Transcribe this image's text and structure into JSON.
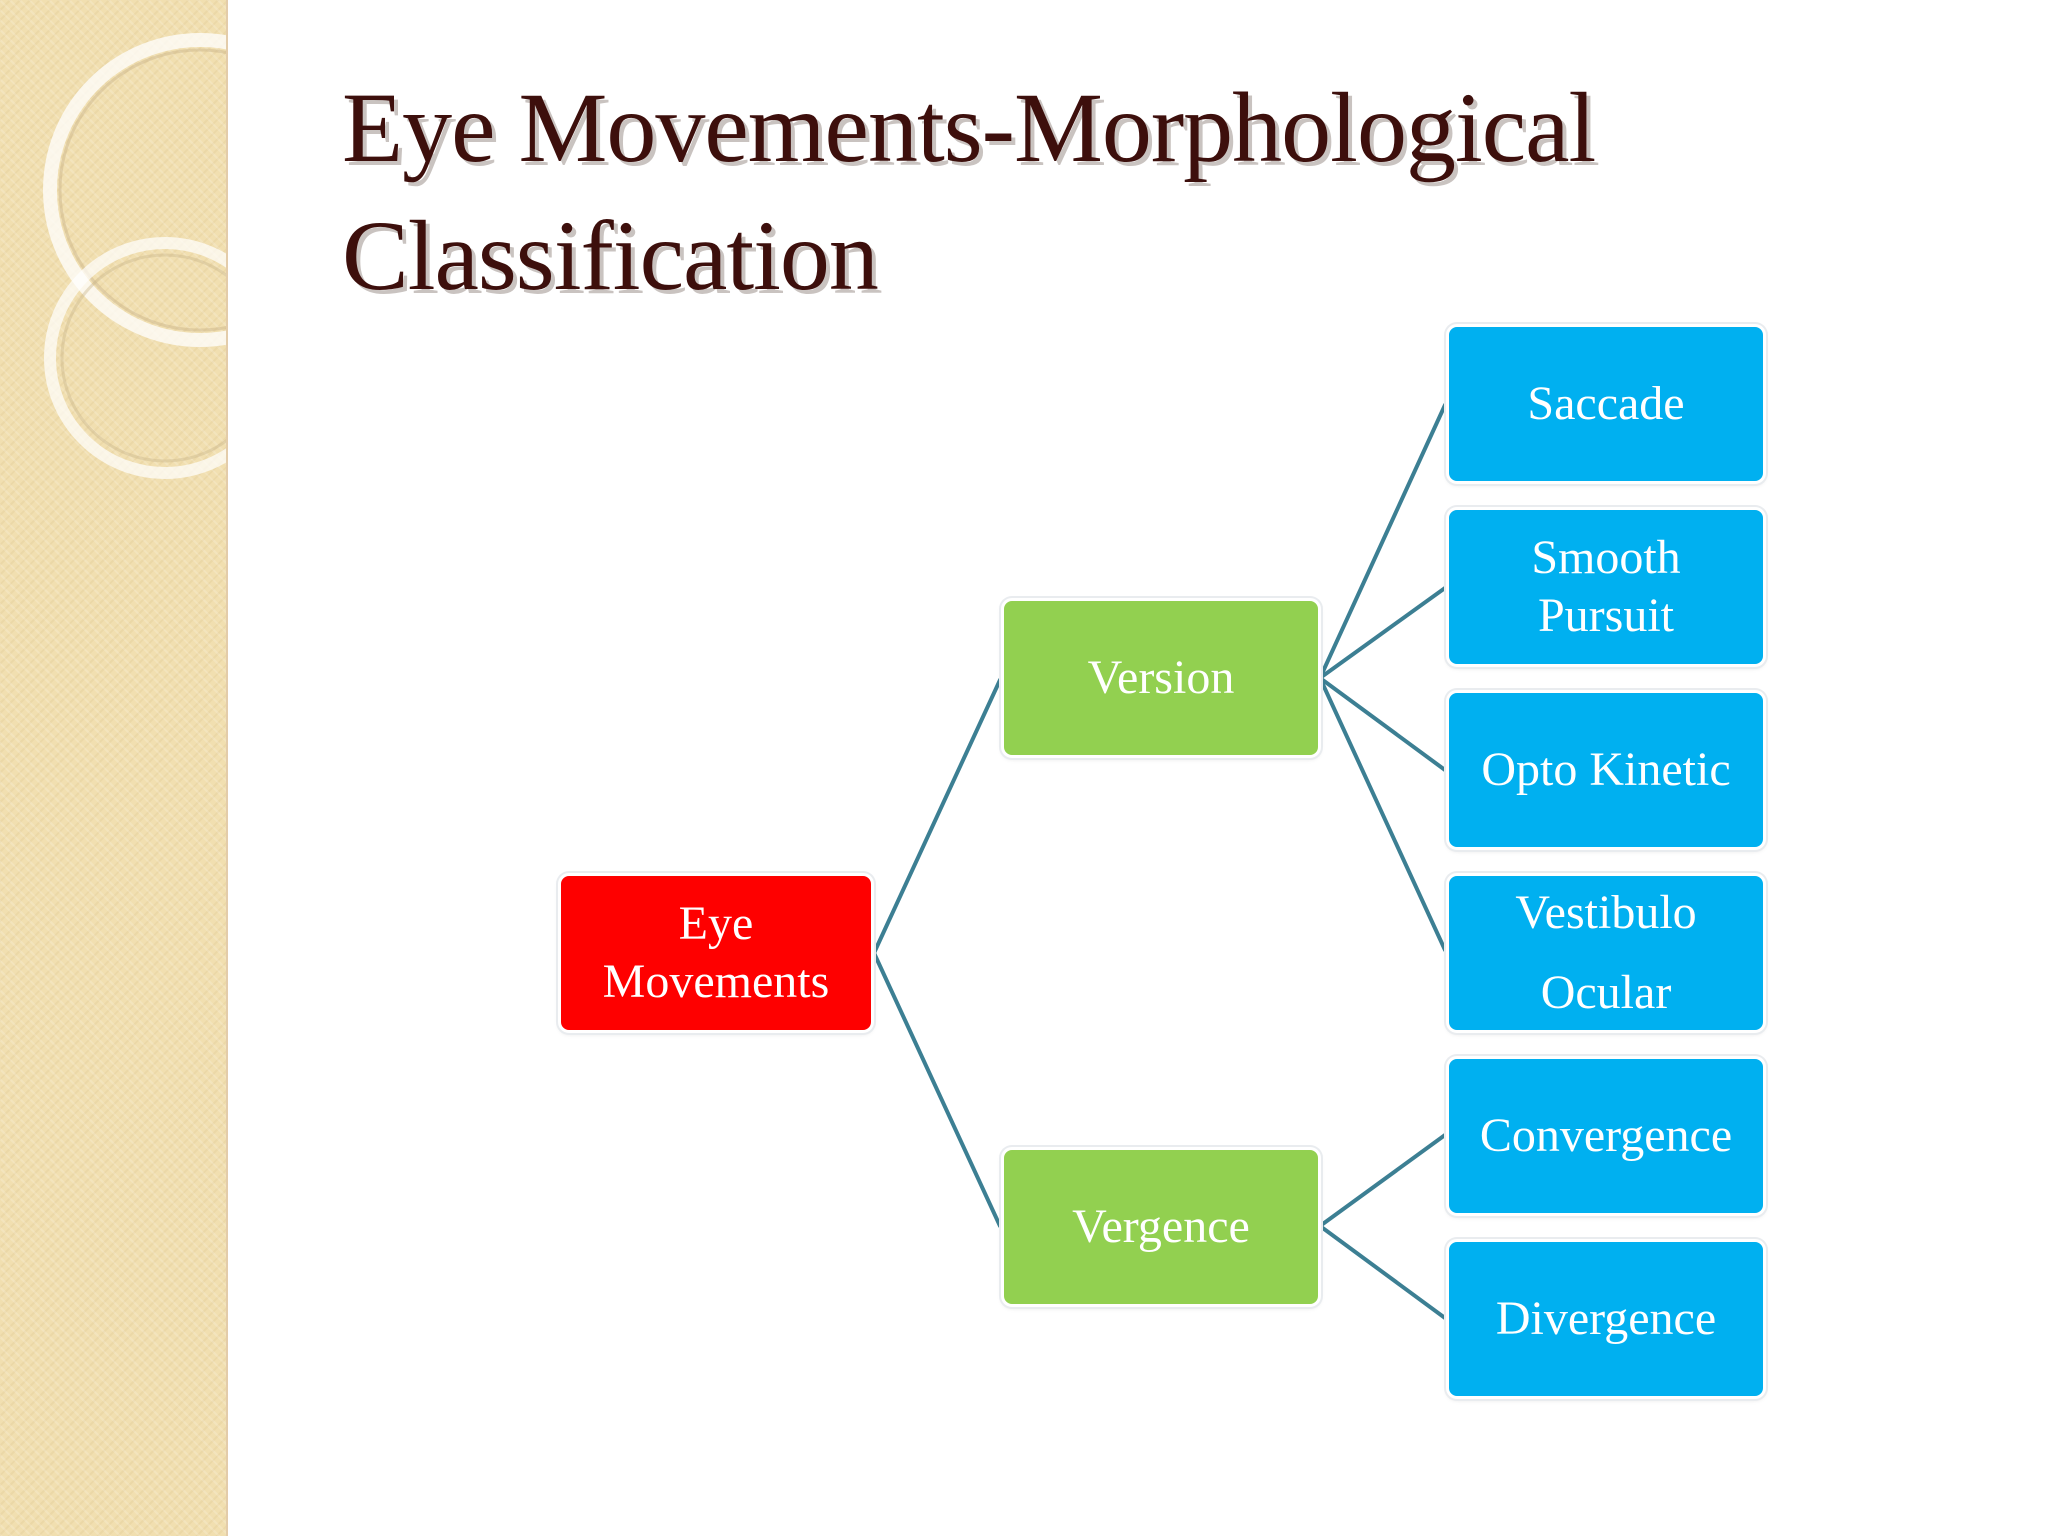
{
  "slide": {
    "title": "Eye Movements-Morphological\nClassification"
  },
  "diagram": {
    "colors": {
      "root": "#fe0000",
      "branch": "#92d050",
      "leaf": "#00b0f0",
      "connector": "#3c7f93"
    },
    "root": {
      "label": "Eye\nMovements"
    },
    "branches": [
      {
        "label": "Version",
        "children": [
          {
            "label": "Saccade"
          },
          {
            "label": "Smooth\nPursuit"
          },
          {
            "label": "Opto Kinetic"
          },
          {
            "label": "Vestibulo\nOcular"
          }
        ]
      },
      {
        "label": "Vergence",
        "children": [
          {
            "label": "Convergence"
          },
          {
            "label": "Divergence"
          }
        ]
      }
    ]
  }
}
